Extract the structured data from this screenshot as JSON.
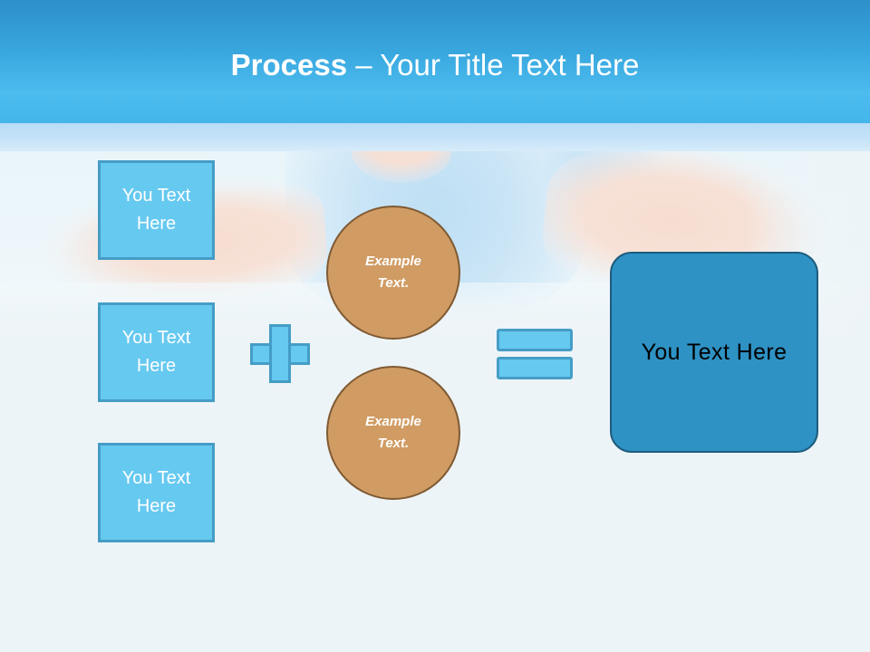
{
  "slide": {
    "header": {
      "title_bold": "Process",
      "title_rest": " – Your Title Text Here"
    },
    "left_boxes": [
      {
        "label": "You Text Here"
      },
      {
        "label": "You Text Here"
      },
      {
        "label": "You Text Here"
      }
    ],
    "operators": {
      "plus": "plus-symbol",
      "equals": "equals-symbol"
    },
    "circles": [
      {
        "line1": "Example",
        "line2": "Text."
      },
      {
        "line1": "Example",
        "line2": "Text."
      }
    ],
    "result": {
      "label": "You Text Here"
    },
    "colors": {
      "header_top": "#2d8fc9",
      "header_bottom": "#45b6ea",
      "header_band": "#bedef7",
      "box_fill": "#66c9f0",
      "box_border": "#459dc6",
      "circle_fill": "#d09c64",
      "circle_border": "#7f5a33",
      "result_fill": "#2e92c4",
      "result_border": "#1d5c7e",
      "canvas_background": "#edf4f7",
      "title_text": "#ffffff",
      "box_text": "#ffffff",
      "circle_text": "#ffffff",
      "result_text": "#000000"
    }
  }
}
